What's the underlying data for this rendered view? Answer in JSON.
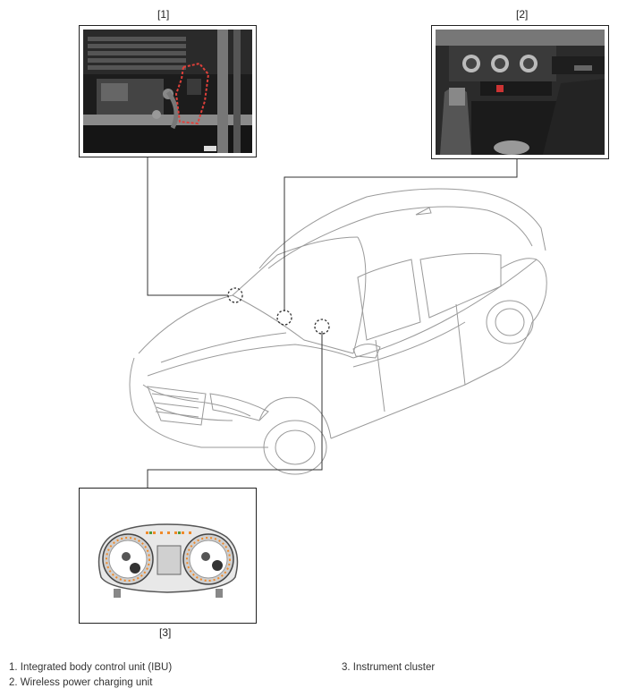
{
  "callouts": {
    "c1": "[1]",
    "c2": "[2]",
    "c3": "[3]"
  },
  "legend": {
    "item1": "1. Integrated body control unit (IBU)",
    "item2": "2. Wireless power charging unit",
    "item3": "3. Instrument cluster"
  },
  "colors": {
    "line": "#333333",
    "car_outline": "#9a9a9a",
    "highlight": "#e0403a",
    "cluster_accent": "#f08a2a"
  }
}
